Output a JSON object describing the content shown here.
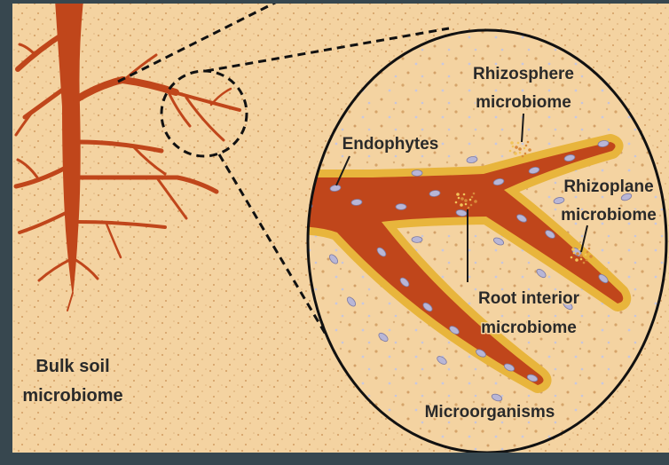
{
  "labels": {
    "rhizosphere_line1": "Rhizosphere",
    "rhizosphere_line2": "microbiome",
    "endophytes": "Endophytes",
    "rhizoplane_line1": "Rhizoplane",
    "rhizoplane_line2": "microbiome",
    "root_interior_line1": "Root interior",
    "root_interior_line2": "microbiome",
    "microorganisms": "Microorganisms",
    "bulk_soil_line1": "Bulk soil",
    "bulk_soil_line2": "microbiome"
  },
  "colors": {
    "frame": "#37474f",
    "soil": "#f4d3a1",
    "root": "#c0461b",
    "rhizoplane": "#e8b53c",
    "outline": "#111111",
    "microbe": "#b8b6d6"
  }
}
